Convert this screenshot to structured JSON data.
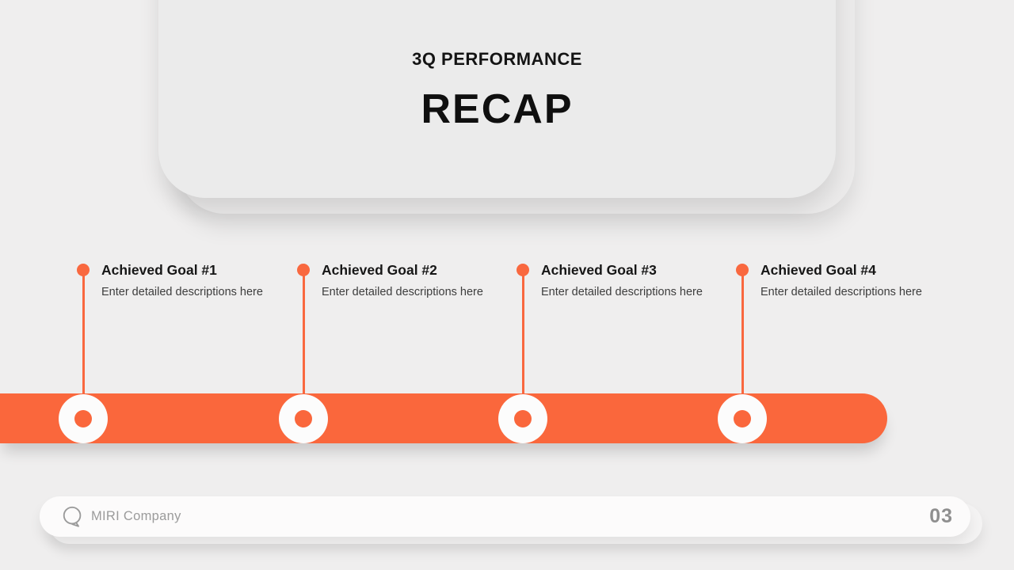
{
  "header": {
    "subtitle": "3Q PERFORMANCE",
    "title": "RECAP"
  },
  "goals": [
    {
      "title": "Achieved Goal #1",
      "description": "Enter detailed descriptions here"
    },
    {
      "title": "Achieved Goal #2",
      "description": "Enter detailed descriptions here"
    },
    {
      "title": "Achieved Goal #3",
      "description": "Enter detailed descriptions here"
    },
    {
      "title": "Achieved Goal #4",
      "description": "Enter detailed descriptions here"
    }
  ],
  "footer": {
    "company": "MIRI Company",
    "page_number": "03",
    "icon": "speech-bubble-icon"
  },
  "colors": {
    "accent_orange": "#fa673c",
    "background": "#efeeee",
    "card": "#ebebeb",
    "title_text": "#0f0f0f",
    "body_text": "#3d3d3d",
    "footer_text": "#9b9b9b",
    "node_fill": "#fcfcfc"
  }
}
